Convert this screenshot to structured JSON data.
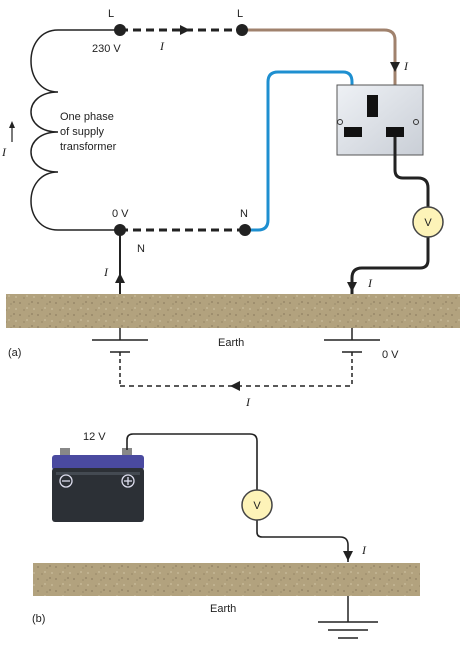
{
  "part_a": {
    "label": "(a)",
    "top_left_L": "L",
    "top_right_L": "L",
    "voltage_230": "230 V",
    "coil_text": [
      "One phase",
      "of supply",
      "transformer"
    ],
    "zero_v_left": "0 V",
    "N_top": "N",
    "N_below": "N",
    "earth_label": "Earth",
    "zero_v_right": "0 V",
    "current": "I",
    "meter": "V"
  },
  "part_b": {
    "label": "(b)",
    "voltage_12": "12 V",
    "earth_label": "Earth",
    "current": "I",
    "meter": "V",
    "battery_minus": "−",
    "battery_plus": "+"
  },
  "colors": {
    "line_live": "#a0826d",
    "line_neutral": "#1e8fd0",
    "earth_fill": "#b2a27e",
    "meter_fill": "#fdf3b8",
    "battery_body": "#2c3036",
    "battery_top": "#4a4aa0"
  }
}
